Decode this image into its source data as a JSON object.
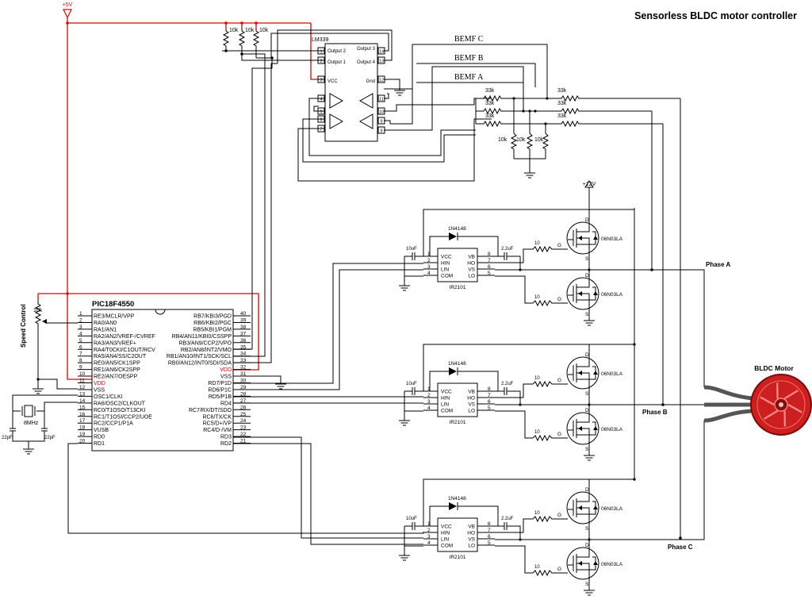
{
  "title": "Sensorless BLDC motor controller",
  "supply_5v": "+5V",
  "supply_12v": "+12V",
  "mcu": {
    "name": "PIC18F4550",
    "left_pins": [
      {
        "num": "1",
        "label": "RE3/MCLR/VPP"
      },
      {
        "num": "2",
        "label": "RA0/AN0"
      },
      {
        "num": "3",
        "label": "RA1/AN1"
      },
      {
        "num": "4",
        "label": "RA2/AN2/VREF-/CVREF"
      },
      {
        "num": "5",
        "label": "RA3/AN3/VREF+"
      },
      {
        "num": "6",
        "label": "RA4/T0CKI/C1OUT/RCV"
      },
      {
        "num": "7",
        "label": "RA5/AN4/SS/C2OUT"
      },
      {
        "num": "8",
        "label": "RE0/AN5/CK1SPP"
      },
      {
        "num": "9",
        "label": "RE1/AN6/CK2SPP"
      },
      {
        "num": "10",
        "label": "RE2/AN7/OESPP"
      },
      {
        "num": "11",
        "label": "VDD"
      },
      {
        "num": "12",
        "label": "VSS"
      },
      {
        "num": "13",
        "label": "OSC1/CLKI"
      },
      {
        "num": "14",
        "label": "RA6/OSC2/CLKOUT"
      },
      {
        "num": "15",
        "label": "RC0/T1OSO/T13CKI"
      },
      {
        "num": "16",
        "label": "RC1/T1OSI/CCP2/UOE"
      },
      {
        "num": "17",
        "label": "RC2/CCP1/P1A"
      },
      {
        "num": "18",
        "label": "VUSB"
      },
      {
        "num": "19",
        "label": "RD0"
      },
      {
        "num": "20",
        "label": "RD1"
      }
    ],
    "right_pins": [
      {
        "num": "40",
        "label": "RB7/KBI3/PGD"
      },
      {
        "num": "39",
        "label": "RB6/KBI2/PGC"
      },
      {
        "num": "38",
        "label": "RB5/KBI1/PGM"
      },
      {
        "num": "37",
        "label": "RB4/AN11/KBI0/CSSPP"
      },
      {
        "num": "36",
        "label": "RB3/AN9/CCP2/VPO"
      },
      {
        "num": "35",
        "label": "RB2/AN8/INT2/VMO"
      },
      {
        "num": "34",
        "label": "RB1/AN10/INT1/SCK/SCL"
      },
      {
        "num": "33",
        "label": "RB0/AN12/INT0/SDI/SDA"
      },
      {
        "num": "32",
        "label": "VDD"
      },
      {
        "num": "31",
        "label": "VSS"
      },
      {
        "num": "30",
        "label": "RD7/P1D"
      },
      {
        "num": "29",
        "label": "RD6/P1C"
      },
      {
        "num": "28",
        "label": "RD5/P1B"
      },
      {
        "num": "27",
        "label": "RD4"
      },
      {
        "num": "26",
        "label": "RC7/RX/DT/SDO"
      },
      {
        "num": "25",
        "label": "RC6/TX/CK"
      },
      {
        "num": "24",
        "label": "RC5/D+/VP"
      },
      {
        "num": "23",
        "label": "RC4/D-/VM"
      },
      {
        "num": "22",
        "label": "RD3"
      },
      {
        "num": "21",
        "label": "RD2"
      }
    ]
  },
  "pot": {
    "value": "10k",
    "label": "Speed Control"
  },
  "crystal": {
    "label": "8MHz",
    "cap_left": "22pF",
    "cap_right": "22pF"
  },
  "comparator": {
    "name": "LM339",
    "left_labels": [
      "Output 2",
      "Output 1",
      "VCC"
    ],
    "right_labels": [
      "Output 3",
      "Output 4",
      "Gnd"
    ],
    "left_pins": [
      "1",
      "2",
      "3",
      "4",
      "5",
      "6",
      "7"
    ],
    "right_pins": [
      "14",
      "13",
      "12",
      "11",
      "10",
      "9",
      "8"
    ],
    "pullups": [
      "10k",
      "10k",
      "10k"
    ]
  },
  "bemf": {
    "labels": [
      "BEMF C",
      "BEMF B",
      "BEMF A"
    ],
    "series_left": [
      "33k",
      "33k",
      "33k"
    ],
    "series_right": [
      "33k",
      "33k",
      "33k"
    ],
    "ground_resistors": [
      "10k",
      "10k",
      "10k"
    ]
  },
  "drivers": [
    {
      "ic": "IR2101",
      "pins_left": [
        "VCC",
        "HIN",
        "LIN",
        "COM"
      ],
      "pins_right": [
        "VB",
        "HO",
        "VS",
        "LO"
      ],
      "nums_left": [
        "1",
        "2",
        "3",
        "4"
      ],
      "nums_right": [
        "8",
        "7",
        "6",
        "5"
      ],
      "cap_vcc": "10uF",
      "cap_boot": "2.2uF",
      "diode": "1N4148",
      "gate_r_high": "10",
      "gate_r_low": "10",
      "gate_label": "G",
      "drain": "D",
      "source": "S",
      "mosfet_high": "06N03LA",
      "mosfet_low": "06N03LA",
      "phase": "Phase A"
    },
    {
      "ic": "IR2101",
      "pins_left": [
        "VCC",
        "HIN",
        "LIN",
        "COM"
      ],
      "pins_right": [
        "VB",
        "HO",
        "VS",
        "LO"
      ],
      "nums_left": [
        "1",
        "2",
        "3",
        "4"
      ],
      "nums_right": [
        "8",
        "7",
        "6",
        "5"
      ],
      "cap_vcc": "10uF",
      "cap_boot": "2.2uF",
      "diode": "1N4148",
      "gate_r_high": "10",
      "gate_r_low": "10",
      "gate_label": "G",
      "drain": "D",
      "source": "S",
      "mosfet_high": "06N03LA",
      "mosfet_low": "06N03LA",
      "phase": "Phase B"
    },
    {
      "ic": "IR2101",
      "pins_left": [
        "VCC",
        "HIN",
        "LIN",
        "COM"
      ],
      "pins_right": [
        "VB",
        "HO",
        "VS",
        "LO"
      ],
      "nums_left": [
        "1",
        "2",
        "3",
        "4"
      ],
      "nums_right": [
        "8",
        "7",
        "6",
        "5"
      ],
      "cap_vcc": "10uF",
      "cap_boot": "2.2uF",
      "diode": "1N4148",
      "gate_r_high": "10",
      "gate_r_low": "10",
      "gate_label": "G",
      "drain": "D",
      "source": "S",
      "mosfet_high": "06N03LA",
      "mosfet_low": "06N03LA",
      "phase": "Phase C"
    }
  ],
  "motor": {
    "label": "BLDC Motor",
    "body_color": "#cc1f1f",
    "rim_color": "#7a0a0a"
  },
  "colors": {
    "power_wire": "#e00000",
    "wire": "#000000"
  }
}
